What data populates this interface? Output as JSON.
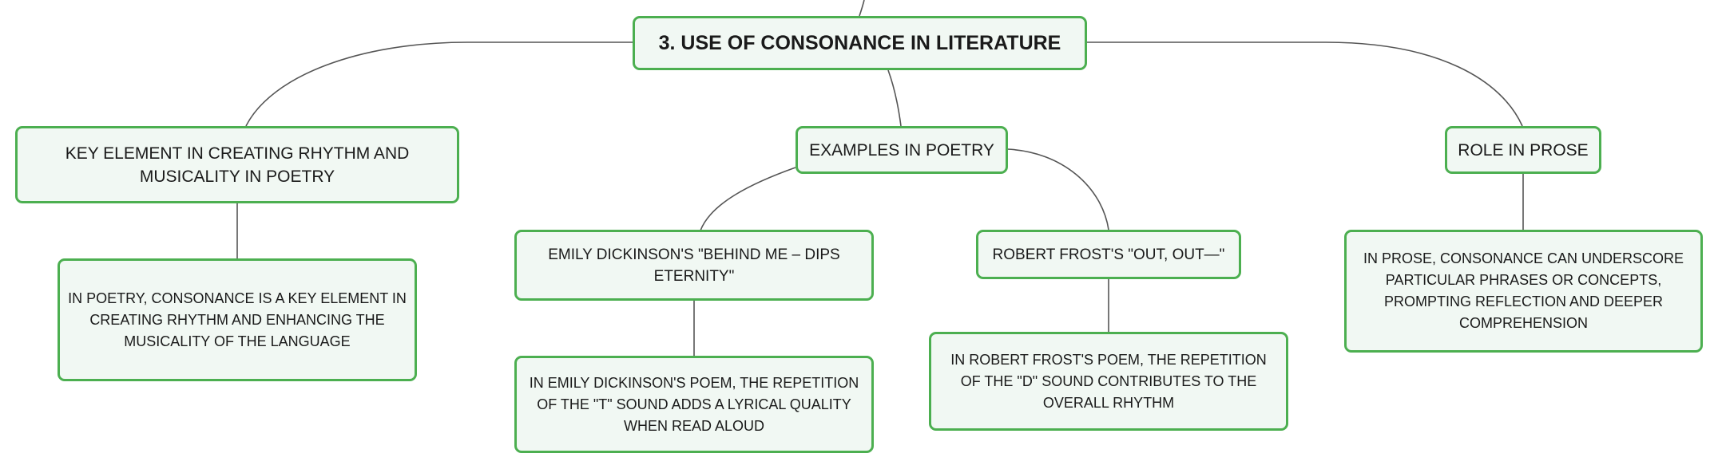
{
  "diagram": {
    "root": {
      "label": "3. USE OF CONSONANCE IN LITERATURE"
    },
    "branches": {
      "rhythm": {
        "label": "KEY ELEMENT IN CREATING RHYTHM AND MUSICALITY IN POETRY",
        "detail": "IN POETRY, CONSONANCE IS A KEY ELEMENT IN CREATING RHYTHM AND ENHANCING THE MUSICALITY OF THE LANGUAGE"
      },
      "poetry": {
        "label": "EXAMPLES IN POETRY",
        "dickinson": {
          "label": "EMILY DICKINSON'S \"BEHIND ME – DIPS ETERNITY\"",
          "detail": "IN EMILY DICKINSON'S POEM, THE REPETITION OF THE \"T\" SOUND ADDS A LYRICAL QUALITY WHEN READ ALOUD"
        },
        "frost": {
          "label": "ROBERT FROST'S \"OUT, OUT—\"",
          "detail": "IN ROBERT FROST'S POEM, THE REPETITION OF THE \"D\" SOUND CONTRIBUTES TO THE OVERALL RHYTHM"
        }
      },
      "prose": {
        "label": "ROLE IN PROSE",
        "detail": "IN PROSE, CONSONANCE CAN UNDERSCORE PARTICULAR PHRASES OR CONCEPTS, PROMPTING REFLECTION AND DEEPER COMPREHENSION"
      }
    },
    "colors": {
      "node_border": "#4caf50",
      "node_fill": "#f1f8f3",
      "connector": "#555555"
    }
  }
}
